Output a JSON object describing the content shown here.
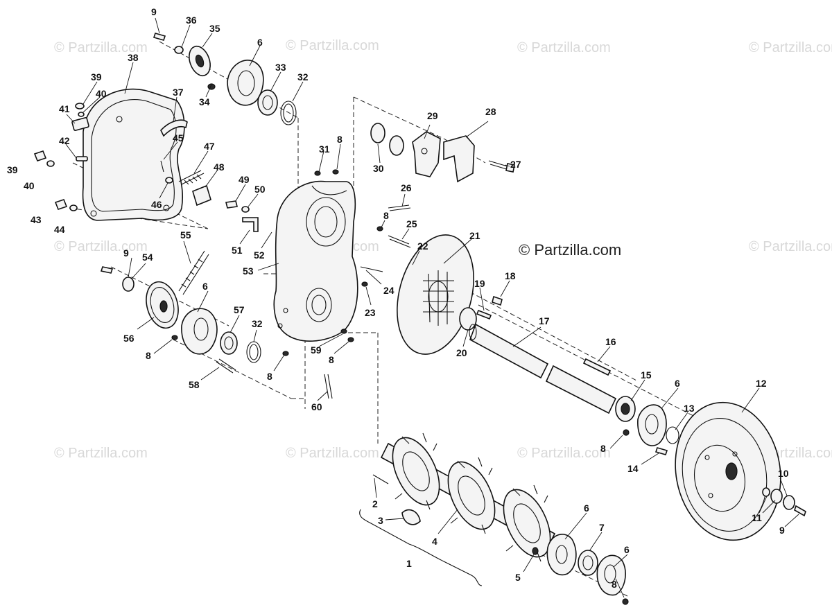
{
  "watermark": "© Partzilla.com",
  "callouts": {
    "c1": "1",
    "c2": "2",
    "c3": "3",
    "c4": "4",
    "c5": "5",
    "c6a": "6",
    "c6b": "6",
    "c6c": "6",
    "c6d": "6",
    "c6e": "6",
    "c7": "7",
    "c8a": "8",
    "c8b": "8",
    "c8c": "8",
    "c8d": "8",
    "c8e": "8",
    "c8f": "8",
    "c8g": "8",
    "c9a": "9",
    "c9b": "9",
    "c9c": "9",
    "c10": "10",
    "c11": "11",
    "c12": "12",
    "c13": "13",
    "c14": "14",
    "c15": "15",
    "c16": "16",
    "c17": "17",
    "c18": "18",
    "c19": "19",
    "c20": "20",
    "c21": "21",
    "c22": "22",
    "c23": "23",
    "c24": "24",
    "c25": "25",
    "c26": "26",
    "c27": "27",
    "c28": "28",
    "c29": "29",
    "c30": "30",
    "c31": "31",
    "c32a": "32",
    "c32b": "32",
    "c33": "33",
    "c34": "34",
    "c35": "35",
    "c36": "36",
    "c37": "37",
    "c38": "38",
    "c39a": "39",
    "c39b": "39",
    "c40a": "40",
    "c40b": "40",
    "c41": "41",
    "c42": "42",
    "c43": "43",
    "c44": "44",
    "c45": "45",
    "c46": "46",
    "c47": "47",
    "c48": "48",
    "c49": "49",
    "c50": "50",
    "c51": "51",
    "c52": "52",
    "c53": "53",
    "c54": "54",
    "c55": "55",
    "c56": "56",
    "c57": "57",
    "c58": "58",
    "c59": "59",
    "c60": "60"
  }
}
